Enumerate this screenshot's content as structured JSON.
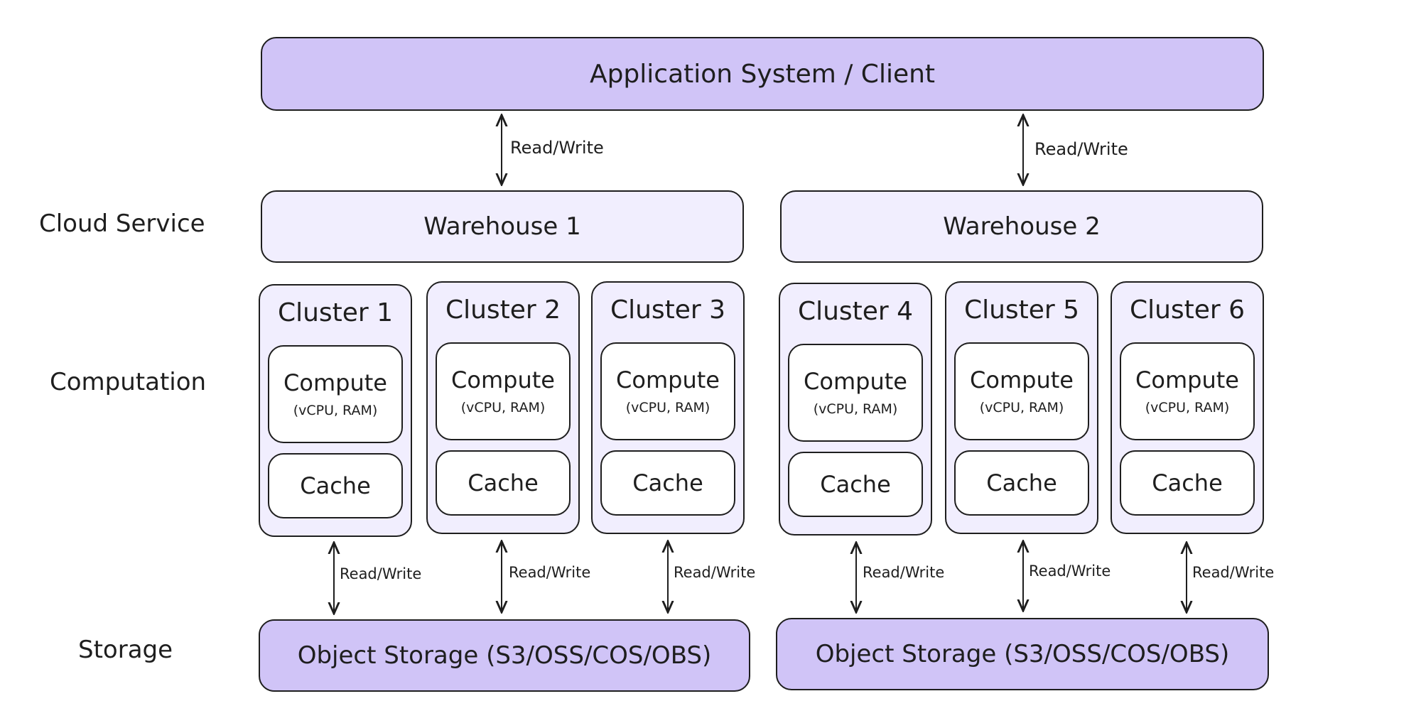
{
  "layers": {
    "cloud_service": "Cloud Service",
    "computation": "Computation",
    "storage": "Storage"
  },
  "client": {
    "label": "Application System / Client"
  },
  "warehouses": [
    {
      "label": "Warehouse 1"
    },
    {
      "label": "Warehouse 2"
    }
  ],
  "clusters": [
    {
      "name": "Cluster 1",
      "compute": "Compute",
      "compute_detail": "(vCPU, RAM)",
      "cache": "Cache"
    },
    {
      "name": "Cluster 2",
      "compute": "Compute",
      "compute_detail": "(vCPU, RAM)",
      "cache": "Cache"
    },
    {
      "name": "Cluster 3",
      "compute": "Compute",
      "compute_detail": "(vCPU, RAM)",
      "cache": "Cache"
    },
    {
      "name": "Cluster 4",
      "compute": "Compute",
      "compute_detail": "(vCPU, RAM)",
      "cache": "Cache"
    },
    {
      "name": "Cluster 5",
      "compute": "Compute",
      "compute_detail": "(vCPU, RAM)",
      "cache": "Cache"
    },
    {
      "name": "Cluster 6",
      "compute": "Compute",
      "compute_detail": "(vCPU, RAM)",
      "cache": "Cache"
    }
  ],
  "storages": [
    {
      "label": "Object Storage (S3/OSS/COS/OBS)"
    },
    {
      "label": "Object Storage (S3/OSS/COS/OBS)"
    }
  ],
  "edges": {
    "client_warehouse": [
      "Read/Write",
      "Read/Write"
    ],
    "cluster_storage": [
      "Read/Write",
      "Read/Write",
      "Read/Write",
      "Read/Write",
      "Read/Write",
      "Read/Write"
    ]
  },
  "colors": {
    "primary_fill": "#d0c4f7",
    "secondary_fill": "#f1eefe",
    "stroke": "#1e1e1e"
  }
}
